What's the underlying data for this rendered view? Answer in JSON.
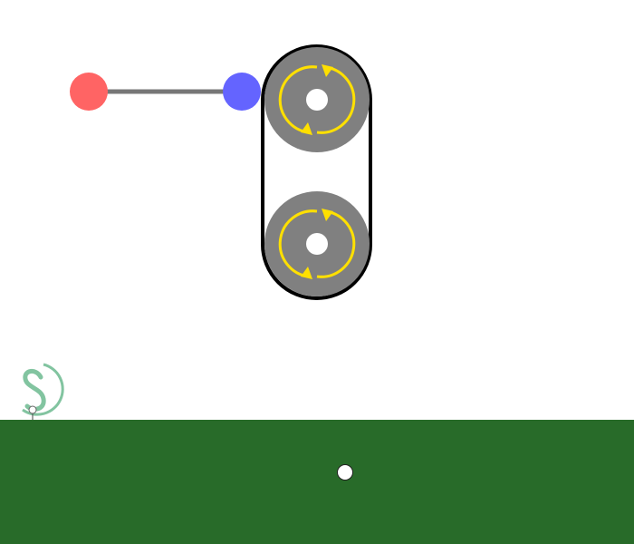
{
  "scene": {
    "colors": {
      "sky": "#ffffff",
      "ground": "#286b29",
      "rod": "#777777",
      "anchor_left": "#ff6464",
      "anchor_right": "#6464ff",
      "belt": "#000000",
      "pulley": "#808080",
      "pulley_hub": "#ffffff",
      "rotation_arrow": "#ffe000",
      "ball_fill": "#ffffff",
      "logo": "#82c4a0"
    },
    "icons": {
      "pulleys": [
        "rotate-cw-icon",
        "rotate-cw-icon"
      ],
      "logo": "s-logo-icon"
    },
    "objects": {
      "rod": "rod-linkage",
      "conveyor": "conveyor-belt",
      "ball": "ball"
    }
  }
}
